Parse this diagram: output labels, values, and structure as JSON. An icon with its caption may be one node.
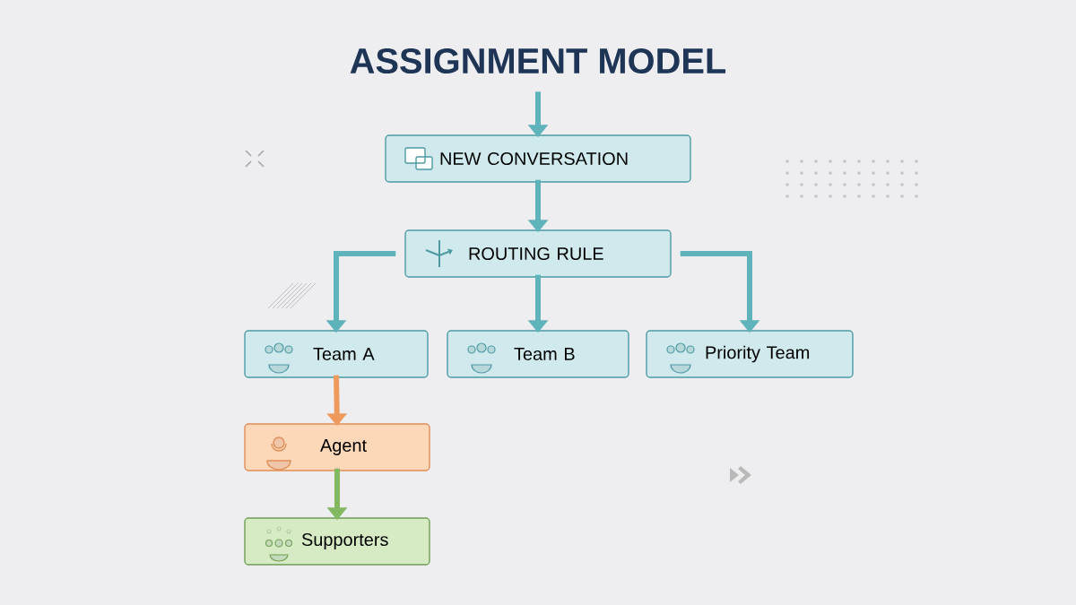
{
  "diagram": {
    "title": "ASSIGNMENT MODEL",
    "nodes": [
      {
        "text": [
          "NEW CONVERSATION"
        ]
      },
      {
        "text": [
          "ROUTING RULE"
        ]
      },
      {
        "text": [
          "Team A"
        ]
      },
      {
        "text": [
          "Team B"
        ]
      },
      {
        "text": [
          "Priority Team"
        ]
      },
      {
        "text": [
          "Agent"
        ]
      },
      {
        "text": [
          "Supporters"
        ]
      }
    ],
    "edges": [
      {
        "from": null,
        "to": 0,
        "arrow": "to"
      },
      {
        "from": 0,
        "to": 1,
        "arrow": "to"
      },
      {
        "from": 1,
        "to": 2,
        "arrow": "to"
      },
      {
        "from": 1,
        "to": 3,
        "arrow": "to"
      },
      {
        "from": 1,
        "to": 4,
        "arrow": "to"
      },
      {
        "from": 2,
        "to": 5,
        "arrow": "to",
        "color": "#ee9a5c"
      },
      {
        "from": 5,
        "to": 6,
        "arrow": "to",
        "color": "#82b860"
      }
    ]
  }
}
